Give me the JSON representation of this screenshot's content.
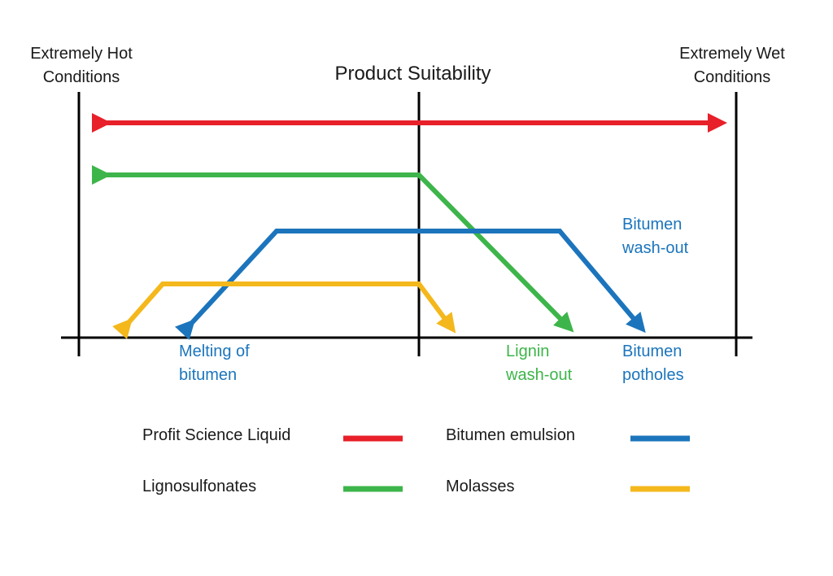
{
  "title": "Product Suitability",
  "left_extreme": [
    "Extremely Hot",
    "Conditions"
  ],
  "right_extreme": [
    "Extremely Wet",
    "Conditions"
  ],
  "annotations": {
    "melting": [
      "Melting of",
      "bitumen"
    ],
    "lignin_washout": [
      "Lignin",
      "wash-out"
    ],
    "bitumen_potholes": [
      "Bitumen",
      "potholes"
    ],
    "bitumen_washout": [
      "Bitumen",
      "wash-out"
    ]
  },
  "legend": [
    {
      "label": "Profit Science Liquid",
      "color": "#e8202a"
    },
    {
      "label": "Bitumen emulsion",
      "color": "#1c75bc"
    },
    {
      "label": "Lignosulfonates",
      "color": "#3db54a"
    },
    {
      "label": "Molasses",
      "color": "#f4b81c"
    }
  ]
}
